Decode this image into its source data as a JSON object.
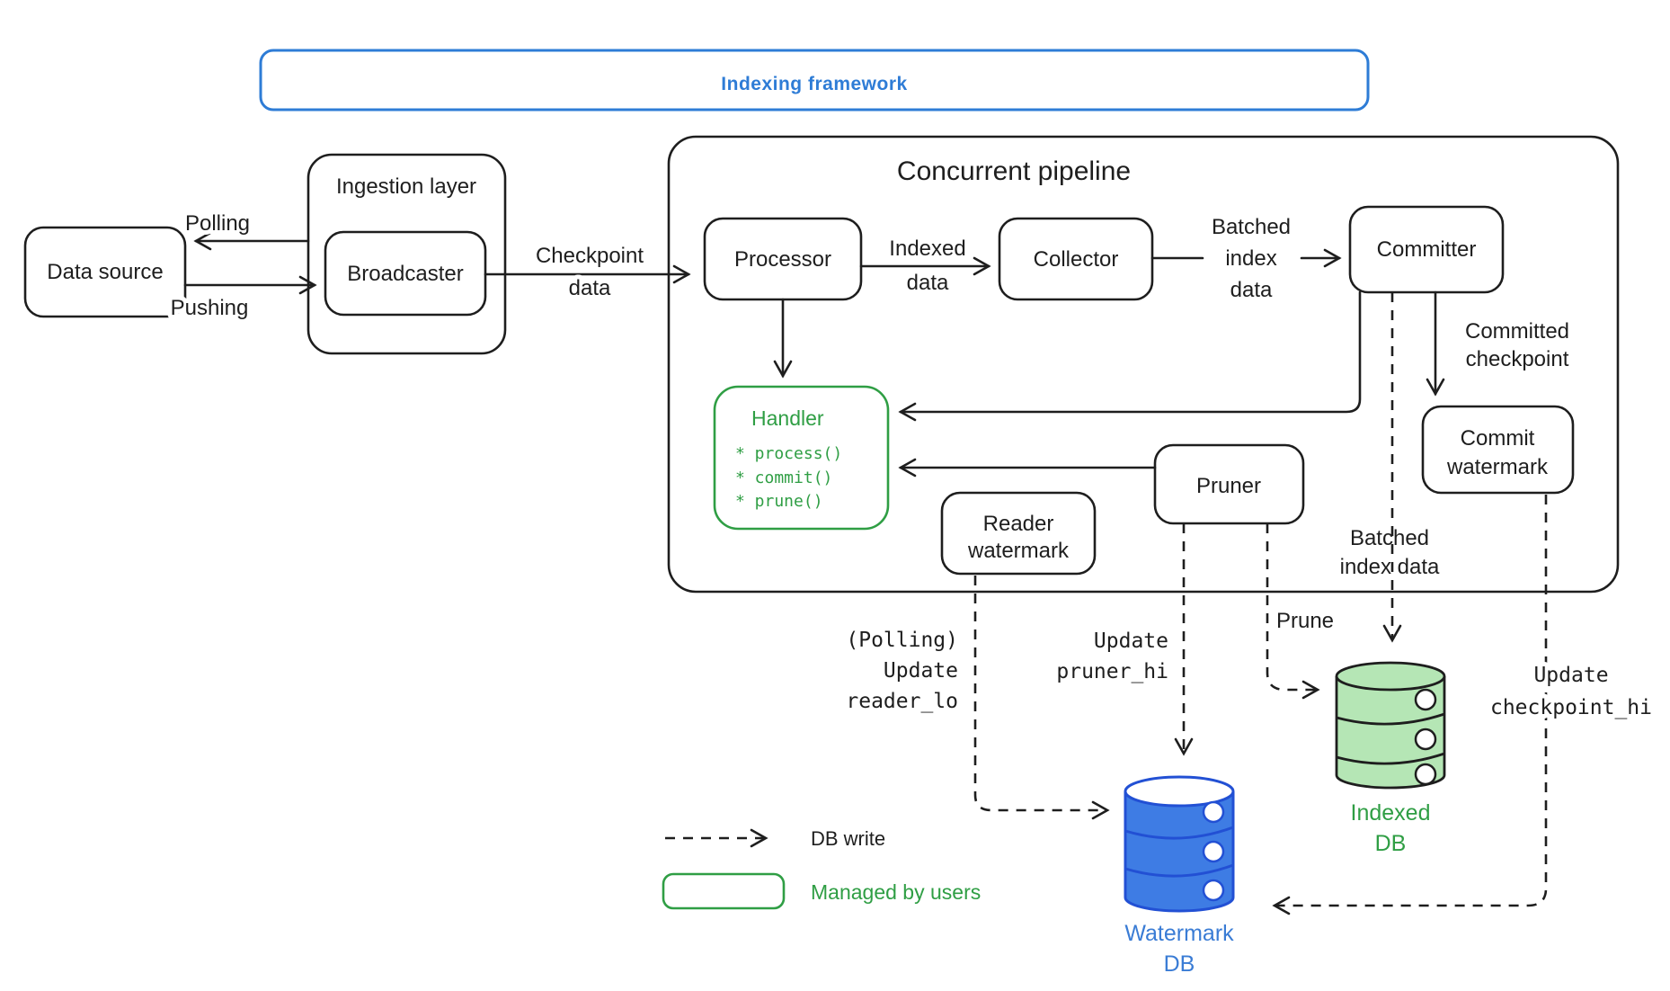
{
  "framework": {
    "title": "Indexing framework"
  },
  "legend": {
    "db_write": "DB write",
    "managed_by_users": "Managed by users"
  },
  "nodes": {
    "data_source": "Data source",
    "ingestion_layer": "Ingestion layer",
    "broadcaster": "Broadcaster",
    "pipeline": "Concurrent pipeline",
    "processor": "Processor",
    "collector": "Collector",
    "committer": "Committer",
    "handler": {
      "title": "Handler",
      "methods": [
        "* process()",
        "* commit()",
        "* prune()"
      ]
    },
    "pruner": "Pruner",
    "reader_watermark": [
      "Reader",
      "watermark"
    ],
    "commit_watermark": [
      "Commit",
      "watermark"
    ],
    "watermark_db": [
      "Watermark",
      "DB"
    ],
    "indexed_db": [
      "Indexed",
      "DB"
    ]
  },
  "edges": {
    "polling": "Polling",
    "pushing": "Pushing",
    "checkpoint_data": [
      "Checkpoint",
      "data"
    ],
    "indexed_data": [
      "Indexed",
      "data"
    ],
    "batched_index_data": [
      "Batched",
      "index",
      "data"
    ],
    "committed_checkpoint": [
      "Committed",
      "checkpoint"
    ],
    "update_reader_lo": [
      "(Polling)",
      "Update",
      "reader_lo"
    ],
    "update_pruner_hi": [
      "Update",
      "pruner_hi"
    ],
    "prune": "Prune",
    "batched_index_data_db": [
      "Batched",
      "index data"
    ],
    "update_checkpoint_hi": [
      "Update",
      "checkpoint_hi"
    ]
  },
  "colors": {
    "ink": "#1e1e1e",
    "blue": "#2e7cd6",
    "green": "#2f9e44",
    "watermark_db_fill": "#3e7ce4",
    "watermark_db_stroke": "#2250d4",
    "indexed_db_fill": "#b5e6b5"
  }
}
